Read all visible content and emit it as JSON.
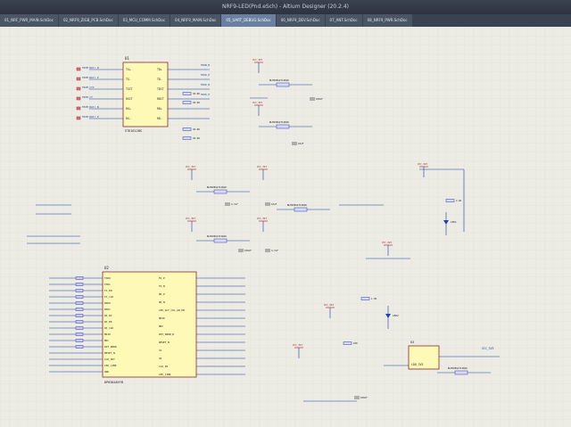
{
  "window": {
    "title": "NRF9-LED(Pnd.eSch) - Altium Designer (20.2.4)"
  },
  "tabs": [
    {
      "label": "01_NRF_PWR_MAIN.SchDoc",
      "active": false
    },
    {
      "label": "02_NRF9_ZIGB_PCB.SchDoc",
      "active": false
    },
    {
      "label": "03_MCU_COMM.SchDoc",
      "active": false
    },
    {
      "label": "04_NRF9_MAIN.SchDoc",
      "active": false
    },
    {
      "label": "05_UART_DEBUG.SchDoc",
      "active": true
    },
    {
      "label": "06_NRF9_DEV.SchDoc",
      "active": false
    },
    {
      "label": "07_ANT.SchDoc",
      "active": false
    },
    {
      "label": "08_NRF9_PWR.SchDoc",
      "active": false
    }
  ],
  "schematic": {
    "u1": {
      "ref": "U1",
      "part": "STK1612BS",
      "left_pins": [
        "TX+",
        "TX-",
        "TXCT",
        "RXCT",
        "RX+",
        "RX-"
      ],
      "right_pins": [
        "TD+",
        "TD-",
        "TDCT",
        "RDCT",
        "RD+",
        "RD-"
      ],
      "nets_left": [
        "TRXM_Rmtr_N",
        "TRXM_Rmtr_P",
        "TRXM_CTX",
        "TRXM_CT",
        "TRXM_Rmtr_N",
        "TRXM_Rmtr_P"
      ],
      "nets_right": [
        "TRXN_N",
        "TRXD_P",
        "TRXD_N",
        "TRXD_P"
      ]
    },
    "u2": {
      "ref": "U2",
      "part": "DP83848VYB",
      "left_pins": [
        "TXD0",
        "TXD1",
        "TX_EN",
        "TX_CLK",
        "RXD0",
        "RXD1",
        "RX_DV",
        "RX_ER",
        "RX_CLK",
        "MDIO",
        "MDC",
        "INT_PWDN",
        "RESET_N",
        "CLK_OUT",
        "LED_LINK",
        "GND"
      ],
      "right_pins": [
        "TD_P",
        "TD_N",
        "RD_P",
        "RD_N",
        "LED_ACT_COL_AN_EN",
        "MDIO",
        "MDC",
        "INT_PWDN_N",
        "RESET_N",
        "X1",
        "X2",
        "CLK_IN",
        "LED_LINK"
      ]
    },
    "ferrites": [
      "BLM18PG471SN1D",
      "BLM18PG471SN1D",
      "BLM18PG471SN1D",
      "BLM18PG471SN1D",
      "BLM18PG471SN1D",
      "BLM18PG471SN1D"
    ],
    "power_labels": [
      "VCC_3V3",
      "VCC_3V3",
      "VCC_3V3",
      "VCC_3V3",
      "VCC_3V3",
      "VCC_3V3",
      "VCC_3V3",
      "VCC_3V3",
      "VCC_3V3",
      "VCC_3V3"
    ],
    "cap_values": [
      "100nF",
      "10uF",
      "4.7uF",
      "100nF",
      "10uF",
      "4.7uF",
      "100nF"
    ],
    "resistor_values": [
      "49.9R",
      "49.9R",
      "49.9R",
      "49.9R",
      "2.2K",
      "1.5K",
      "10K"
    ],
    "leds": [
      "LED1",
      "LED2"
    ],
    "regulator": {
      "ref": "U3",
      "part": "LDO_3V3",
      "label": "VCC_3V3"
    }
  }
}
